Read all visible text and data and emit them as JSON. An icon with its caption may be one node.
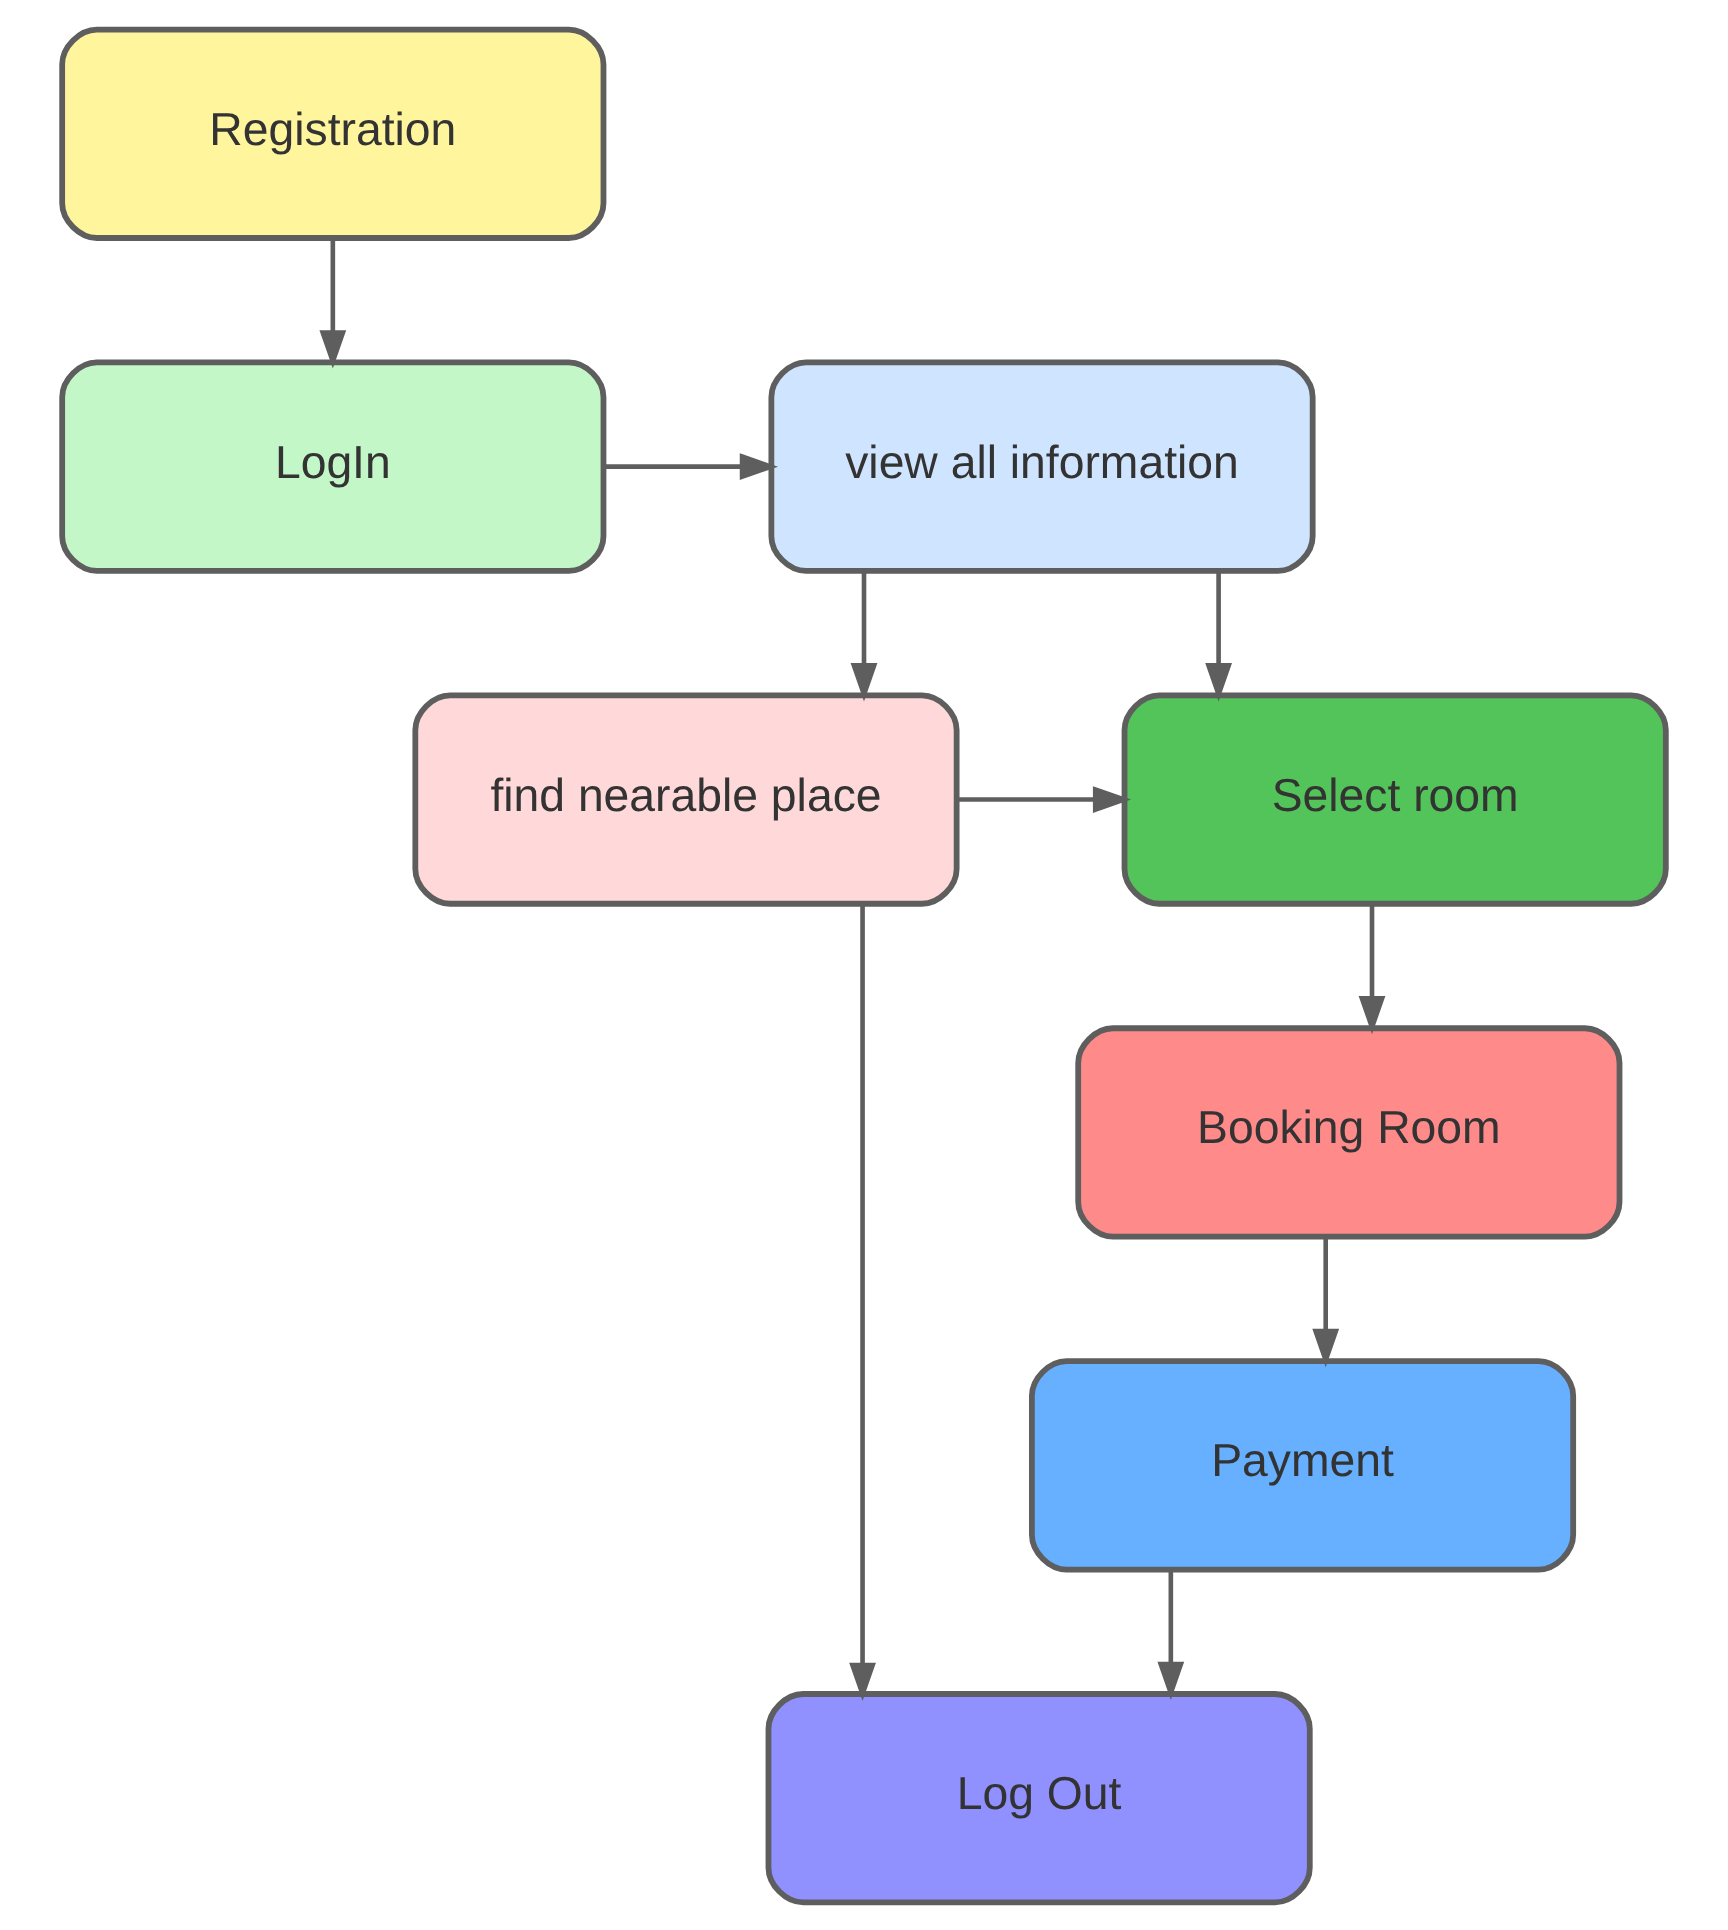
{
  "diagram": {
    "nodes": [
      {
        "text": [
          "Registration"
        ]
      },
      {
        "text": [
          "LogIn"
        ]
      },
      {
        "text": [
          "view all information"
        ]
      },
      {
        "text": [
          "Select room"
        ]
      },
      {
        "text": [
          "find nearable place"
        ]
      },
      {
        "text": [
          "Booking Room"
        ]
      },
      {
        "text": [
          "Payment"
        ]
      },
      {
        "text": [
          "Log Out"
        ]
      }
    ],
    "edges": [
      {
        "from": 0,
        "to": 1,
        "arrow": "to"
      },
      {
        "from": 1,
        "to": 2,
        "arrow": "to"
      },
      {
        "from": 2,
        "to": 3,
        "arrow": "to"
      },
      {
        "from": 2,
        "to": 4,
        "arrow": "to"
      },
      {
        "from": 4,
        "to": 3,
        "arrow": "to"
      },
      {
        "from": 4,
        "to": 7,
        "arrow": "to"
      },
      {
        "from": 3,
        "to": 5,
        "arrow": "to"
      },
      {
        "from": 5,
        "to": 6,
        "arrow": "to"
      },
      {
        "from": 6,
        "to": 7,
        "arrow": "to"
      }
    ]
  }
}
